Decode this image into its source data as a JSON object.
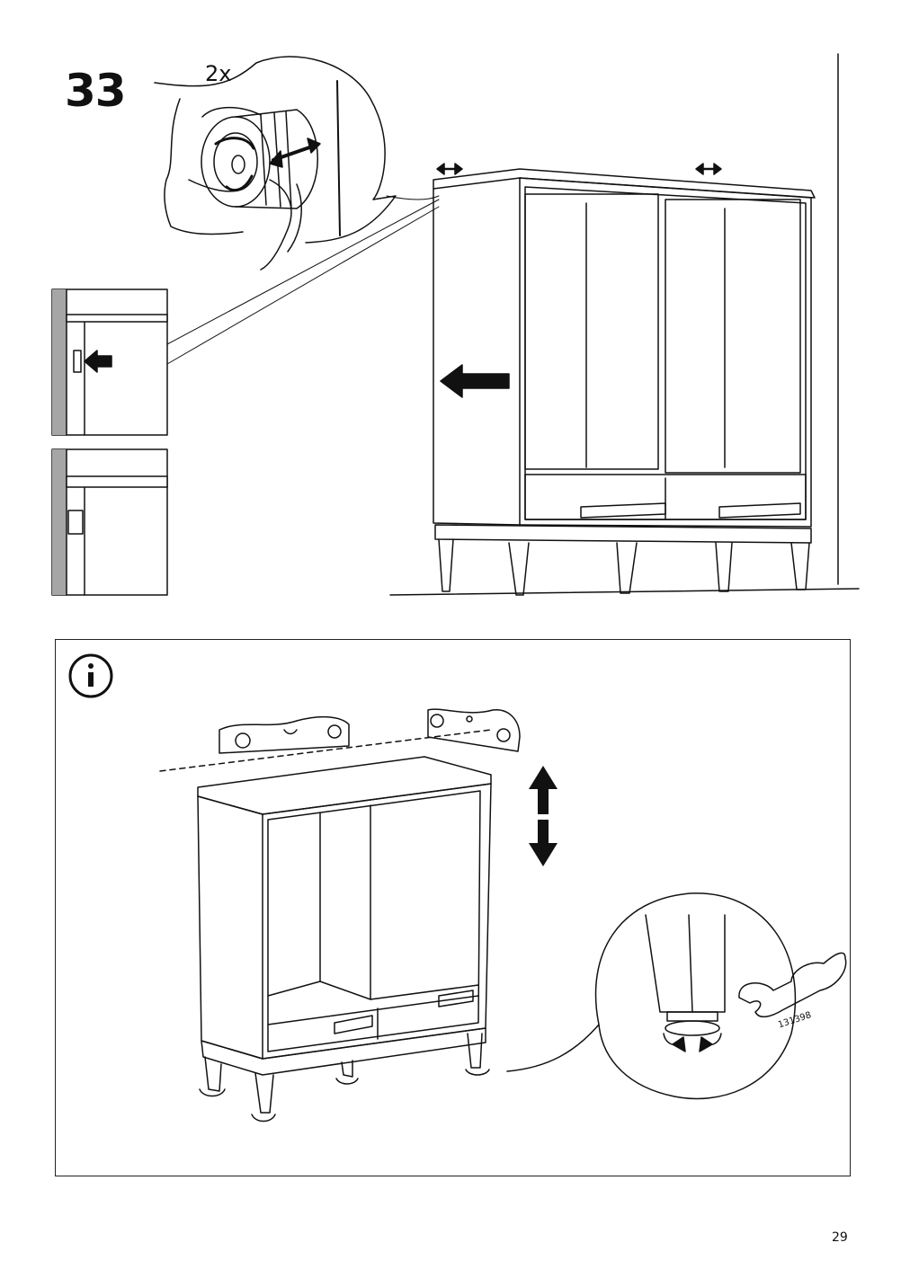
{
  "step": {
    "number": "33",
    "quantity": "2x"
  },
  "info_panel": {
    "icon": "info-icon",
    "tool_number": "131398"
  },
  "page": {
    "number": "29"
  },
  "colors": {
    "ink": "#111111",
    "wall_gray": "#a6a6a6",
    "paper": "#ffffff"
  }
}
